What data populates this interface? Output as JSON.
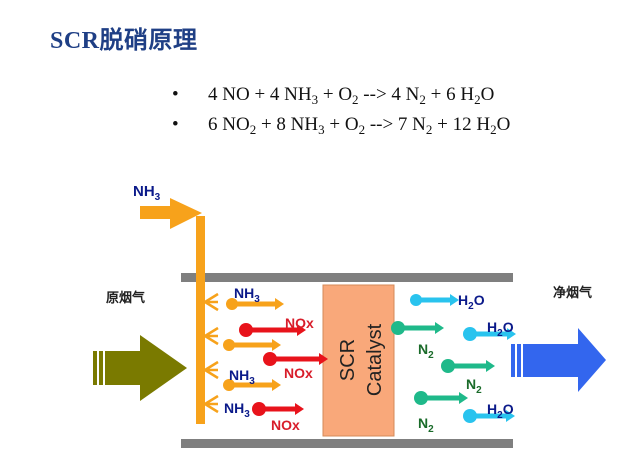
{
  "title": "SCR脱硝原理",
  "equations": [
    {
      "bullet": "•",
      "parts": [
        {
          "t": "4 NO + 4 NH"
        },
        {
          "s": "3"
        },
        {
          "t": " + O"
        },
        {
          "s": "2"
        },
        {
          "t": " --> 4 N"
        },
        {
          "s": "2"
        },
        {
          "t": " + 6 H"
        },
        {
          "s": "2"
        },
        {
          "t": "O"
        }
      ]
    },
    {
      "bullet": "•",
      "parts": [
        {
          "t": "6 NO"
        },
        {
          "s": "2"
        },
        {
          "t": " + 8 NH"
        },
        {
          "s": "3"
        },
        {
          "t": " + O"
        },
        {
          "s": "2"
        },
        {
          "t": " --> 7 N"
        },
        {
          "s": "2"
        },
        {
          "t": " + 12 H"
        },
        {
          "s": "2"
        },
        {
          "t": "O"
        }
      ]
    }
  ],
  "diagram": {
    "nh3_inlet_label": {
      "main": "NH",
      "sub": "3"
    },
    "raw_flue_gas_label": "原烟气",
    "clean_flue_gas_label": "净烟气",
    "catalyst_label_line1": "SCR",
    "catalyst_label_line2": "Catalyst",
    "nh3_label": {
      "main": "NH",
      "sub": "3"
    },
    "nox_label": "NOx",
    "n2_label": {
      "main": "N",
      "sub": "2"
    },
    "h2o_label": {
      "main": "H",
      "sub": "2",
      "tail": "O"
    },
    "colors": {
      "title": "#1f3f85",
      "nh3_orange": "#f7a21b",
      "nox_red": "#e8131b",
      "n2_green": "#1fb98a",
      "h2o_cyan": "#29c3ee",
      "label_navy": "#0b1a8a",
      "n2_text": "#1a6b2a",
      "nox_text": "#d81d2a",
      "catalyst_fill": "#f9a87a",
      "catalyst_border": "#d48a58",
      "duct_gray": "#7f7f7f",
      "raw_arrow": "#7a7a00",
      "clean_arrow": "#3366ee"
    }
  }
}
